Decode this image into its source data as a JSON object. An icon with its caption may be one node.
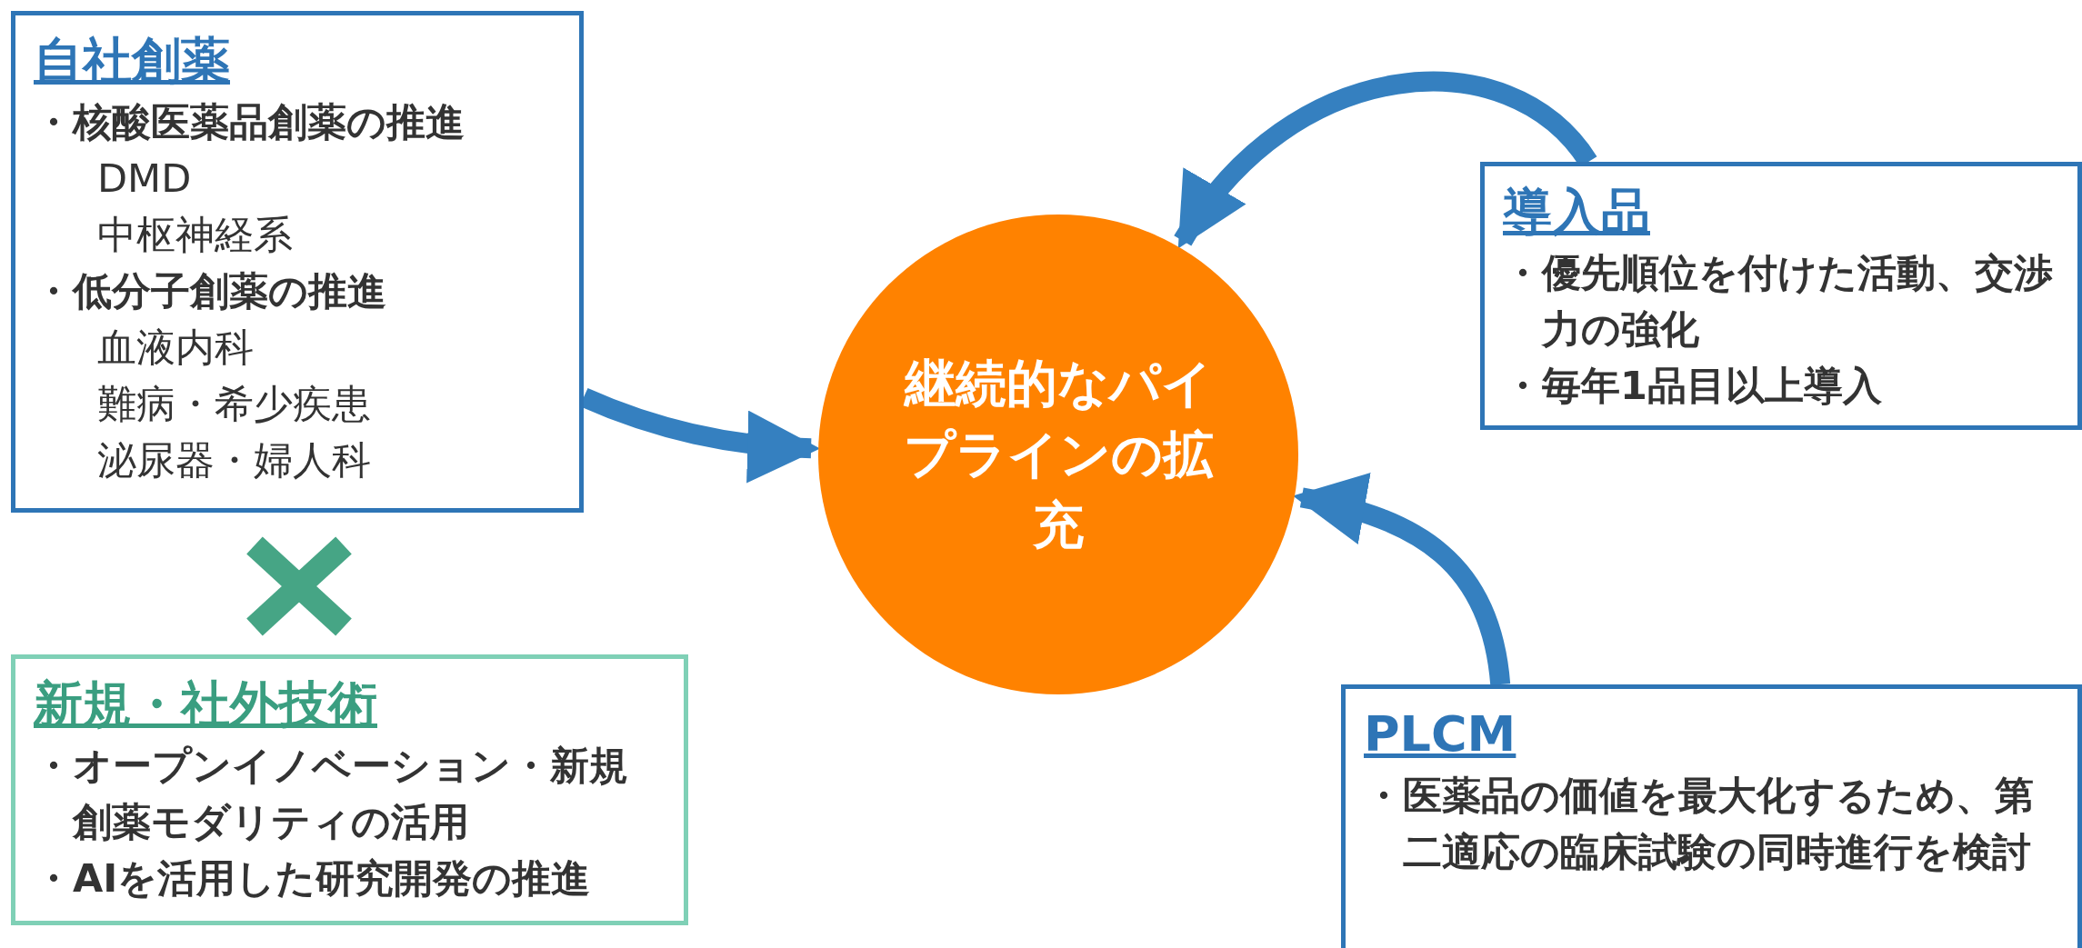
{
  "diagram": {
    "nodes": [
      {
        "text": [
          "自社創薬",
          "・核酸医薬品創薬の推進",
          "DMD",
          "中枢神経系",
          "・低分子創薬の推進",
          "血液内科",
          "難病・希少疾患",
          "泌尿器・婦人科"
        ]
      },
      {
        "text": [
          "新規・社外技術",
          "・オープンイノベーション・新規創薬モダリティの活用",
          "・AIを活用した研究開発の推進"
        ]
      },
      {
        "text": [
          "継続的なパイプラインの拡充"
        ]
      },
      {
        "text": [
          "導入品",
          "・優先順位を付けた活動、交渉力の強化",
          "・毎年1品目以上導入"
        ]
      },
      {
        "text": [
          "PLCM",
          "・医薬品の価値を最大化するため、第二適応の臨床試験の同時進行を検討"
        ]
      }
    ],
    "edges": [
      {
        "from": 0,
        "to": 2,
        "arrow": "to"
      },
      {
        "from": 3,
        "to": 2,
        "arrow": "to"
      },
      {
        "from": 4,
        "to": 2,
        "arrow": "to"
      }
    ]
  }
}
